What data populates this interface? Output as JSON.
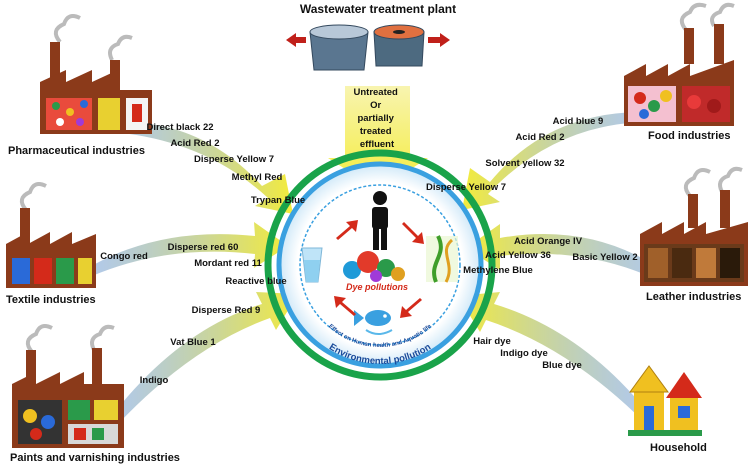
{
  "title": "Wastewater treatment plant",
  "effluent_lines": [
    "Untreated",
    "Or",
    "partially",
    "treated",
    "effluent"
  ],
  "center": {
    "dye_label": "Dye pollutions",
    "arc_label": "Effect on Human health and Aquatic life",
    "ring_label": "Environmental pollution"
  },
  "sources": {
    "pharmaceutical": {
      "name": "Pharmaceutical industries",
      "dyes": [
        "Direct black 22",
        "Acid Red 2",
        "Disperse Yellow 7",
        "Methyl Red",
        "Trypan Blue"
      ]
    },
    "food": {
      "name": "Food industries",
      "dyes": [
        "Acid blue 9",
        "Acid Red 2",
        "Solvent yellow 32",
        "Disperse Yellow 7"
      ]
    },
    "textile": {
      "name": "Textile industries",
      "dyes": [
        "Congo red",
        "Disperse red 60",
        "Mordant red 11",
        "Reactive blue"
      ]
    },
    "leather": {
      "name": "Leather industries",
      "dyes": [
        "Acid Orange IV",
        "Acid Yellow 36",
        "Basic Yellow 2",
        "Methylene Blue"
      ]
    },
    "paints": {
      "name": "Paints and varnishing industries",
      "dyes": [
        "Disperse Red 9",
        "Vat Blue 1",
        "Indigo"
      ]
    },
    "household": {
      "name": "Household",
      "dyes": [
        "Hair dye",
        "Indigo dye",
        "Blue dye"
      ]
    }
  },
  "colors": {
    "factory": "#8b3a1a",
    "ring_green": "#1aa34a",
    "ring_blue": "#3aa0e0",
    "arrow_yellow": "#f4e84a",
    "arrow_red": "#d42a1a"
  }
}
